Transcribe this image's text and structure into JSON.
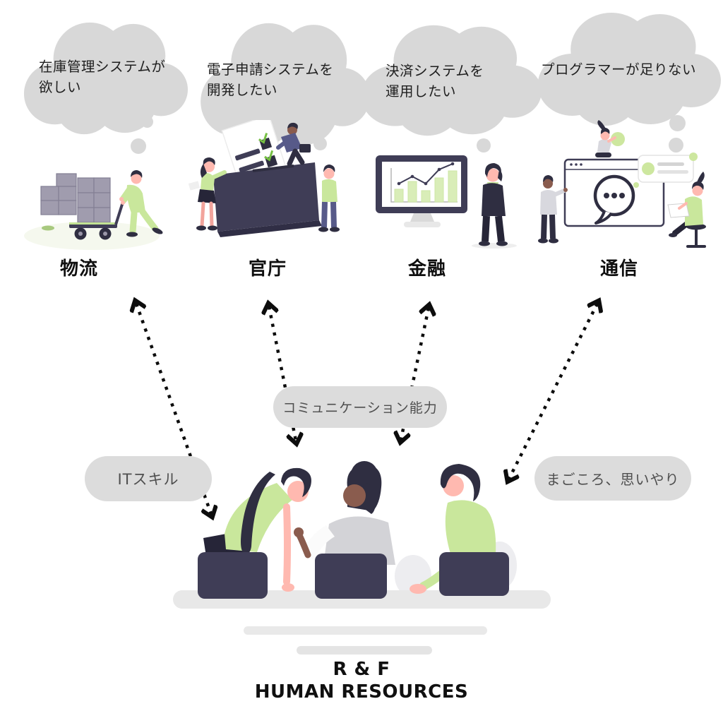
{
  "title": "HR infographic connecting industries to a human-resources team",
  "colors": {
    "background": "#ffffff",
    "cloud_gray": "#d8d8d8",
    "pill_gray": "#dcdcdc",
    "pill_text": "#4f4f4f",
    "arrow_black": "#0d0d0d",
    "label_text": "#0f0f0f",
    "undraw_navy": "#2f2e41",
    "undraw_navy_light": "#3f3d56",
    "accent_green": "#c9e79c",
    "accent_green_pale": "#d9edb8",
    "skin_pink": "#ffb9b0",
    "skin_brown": "#8a5c4e",
    "gray_light": "#e8e8e8"
  },
  "thought_clouds": [
    {
      "line1": "在庫管理システムが",
      "line2": "欲しい"
    },
    {
      "line1": "電子申請システムを",
      "line2": "開発したい"
    },
    {
      "line1": "決済システムを",
      "line2": "運用したい"
    },
    {
      "line1": "プログラマーが足りない",
      "line2": ""
    }
  ],
  "industries": [
    {
      "label": "物流",
      "illustration": "worker-pushing-cart-of-boxes"
    },
    {
      "label": "官庁",
      "illustration": "people-filing-documents-into-ballot-box"
    },
    {
      "label": "金融",
      "illustration": "analyst-beside-chart-monitor"
    },
    {
      "label": "通信",
      "illustration": "team-around-chat-browser-window"
    }
  ],
  "skill_pills": [
    {
      "label": "ITスキル"
    },
    {
      "label": "コミュニケーション能力"
    },
    {
      "label": "まごころ、思いやり"
    }
  ],
  "connections": [
    {
      "from": "team",
      "to": "物流",
      "style": "dotted-double-arrow"
    },
    {
      "from": "team",
      "to": "官庁",
      "style": "dotted-double-arrow"
    },
    {
      "from": "team",
      "to": "金融",
      "style": "dotted-double-arrow"
    },
    {
      "from": "team",
      "to": "通信",
      "style": "dotted-double-arrow"
    }
  ],
  "footer": {
    "illustration": "three-people-working-on-laptops-at-desk",
    "brand_line1": "R & F",
    "brand_line2": "HUMAN RESOURCES"
  }
}
